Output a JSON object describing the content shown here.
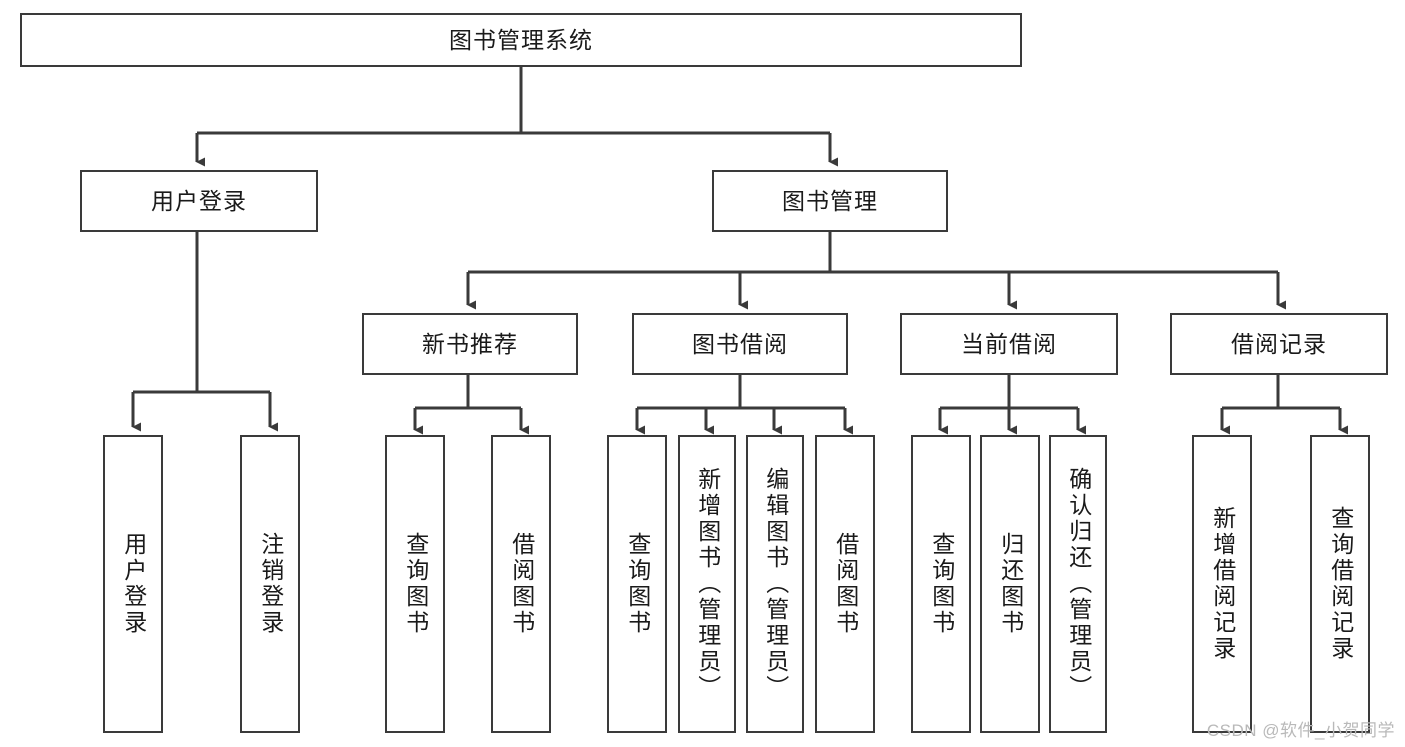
{
  "diagram": {
    "title": "图书管理系统",
    "type": "tree-hierarchy-diagram",
    "background_color": "#ffffff",
    "node_border_color": "#3a3a3a",
    "node_fill_color": "#ffffff",
    "edge_color": "#3a3a3a",
    "root": {
      "id": "root",
      "label": "图书管理系统"
    },
    "level2": [
      {
        "id": "user-login",
        "label": "用户登录"
      },
      {
        "id": "book-manage",
        "label": "图书管理"
      }
    ],
    "level3": [
      {
        "id": "new-book-rec",
        "label": "新书推荐",
        "parent": "book-manage"
      },
      {
        "id": "book-borrow",
        "label": "图书借阅",
        "parent": "book-manage"
      },
      {
        "id": "current-borrow",
        "label": "当前借阅",
        "parent": "book-manage"
      },
      {
        "id": "borrow-record",
        "label": "借阅记录",
        "parent": "book-manage"
      }
    ],
    "leaves": [
      {
        "id": "leaf-user-login",
        "label": "用户登录",
        "parent": "user-login"
      },
      {
        "id": "leaf-logout",
        "label": "注销登录",
        "parent": "user-login"
      },
      {
        "id": "leaf-query-book-1",
        "label": "查询图书",
        "parent": "new-book-rec"
      },
      {
        "id": "leaf-borrow-book-1",
        "label": "借阅图书",
        "parent": "new-book-rec"
      },
      {
        "id": "leaf-query-book-2",
        "label": "查询图书",
        "parent": "book-borrow"
      },
      {
        "id": "leaf-add-book",
        "label": "新增图书（管理员）",
        "parent": "book-borrow"
      },
      {
        "id": "leaf-edit-book",
        "label": "编辑图书（管理员）",
        "parent": "book-borrow"
      },
      {
        "id": "leaf-borrow-book-2",
        "label": "借阅图书",
        "parent": "book-borrow"
      },
      {
        "id": "leaf-query-book-3",
        "label": "查询图书",
        "parent": "current-borrow"
      },
      {
        "id": "leaf-return-book",
        "label": "归还图书",
        "parent": "current-borrow"
      },
      {
        "id": "leaf-confirm-return",
        "label": "确认归还（管理员）",
        "parent": "current-borrow"
      },
      {
        "id": "leaf-add-record",
        "label": "新增借阅记录",
        "parent": "borrow-record"
      },
      {
        "id": "leaf-query-record",
        "label": "查询借阅记录",
        "parent": "borrow-record"
      }
    ]
  },
  "watermark": {
    "text": "CSDN @软件_小贺同学",
    "color": "#b9b9b9"
  }
}
